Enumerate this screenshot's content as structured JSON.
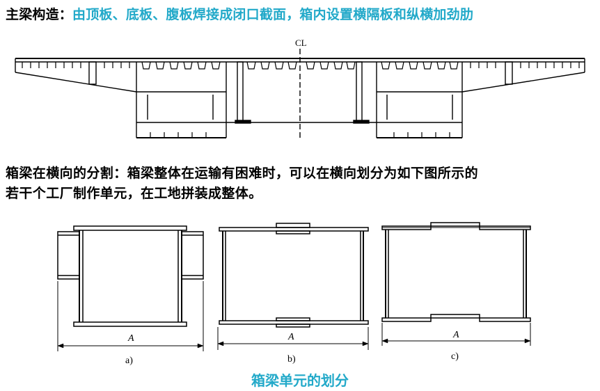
{
  "intro": {
    "label": "主梁构造：",
    "text": "由顶板、底板、腹板焊接成闭口截面，箱内设置横隔板和纵横加劲肋"
  },
  "section_drawing": {
    "cl_label": "CL"
  },
  "paragraph": {
    "line1": "箱梁在横向的分割：箱梁整体在运输有困难时，可以在横向划分为如下图所示的",
    "line2": "若干个工厂制作单元，在工地拼装成整体。"
  },
  "division_figures": {
    "dimension_label": "A",
    "panels": [
      {
        "label": "a)"
      },
      {
        "label": "b)"
      },
      {
        "label": "c)"
      }
    ]
  },
  "caption": "箱梁单元的划分",
  "colors": {
    "accent": "#22a9c9",
    "ink": "#000000"
  }
}
